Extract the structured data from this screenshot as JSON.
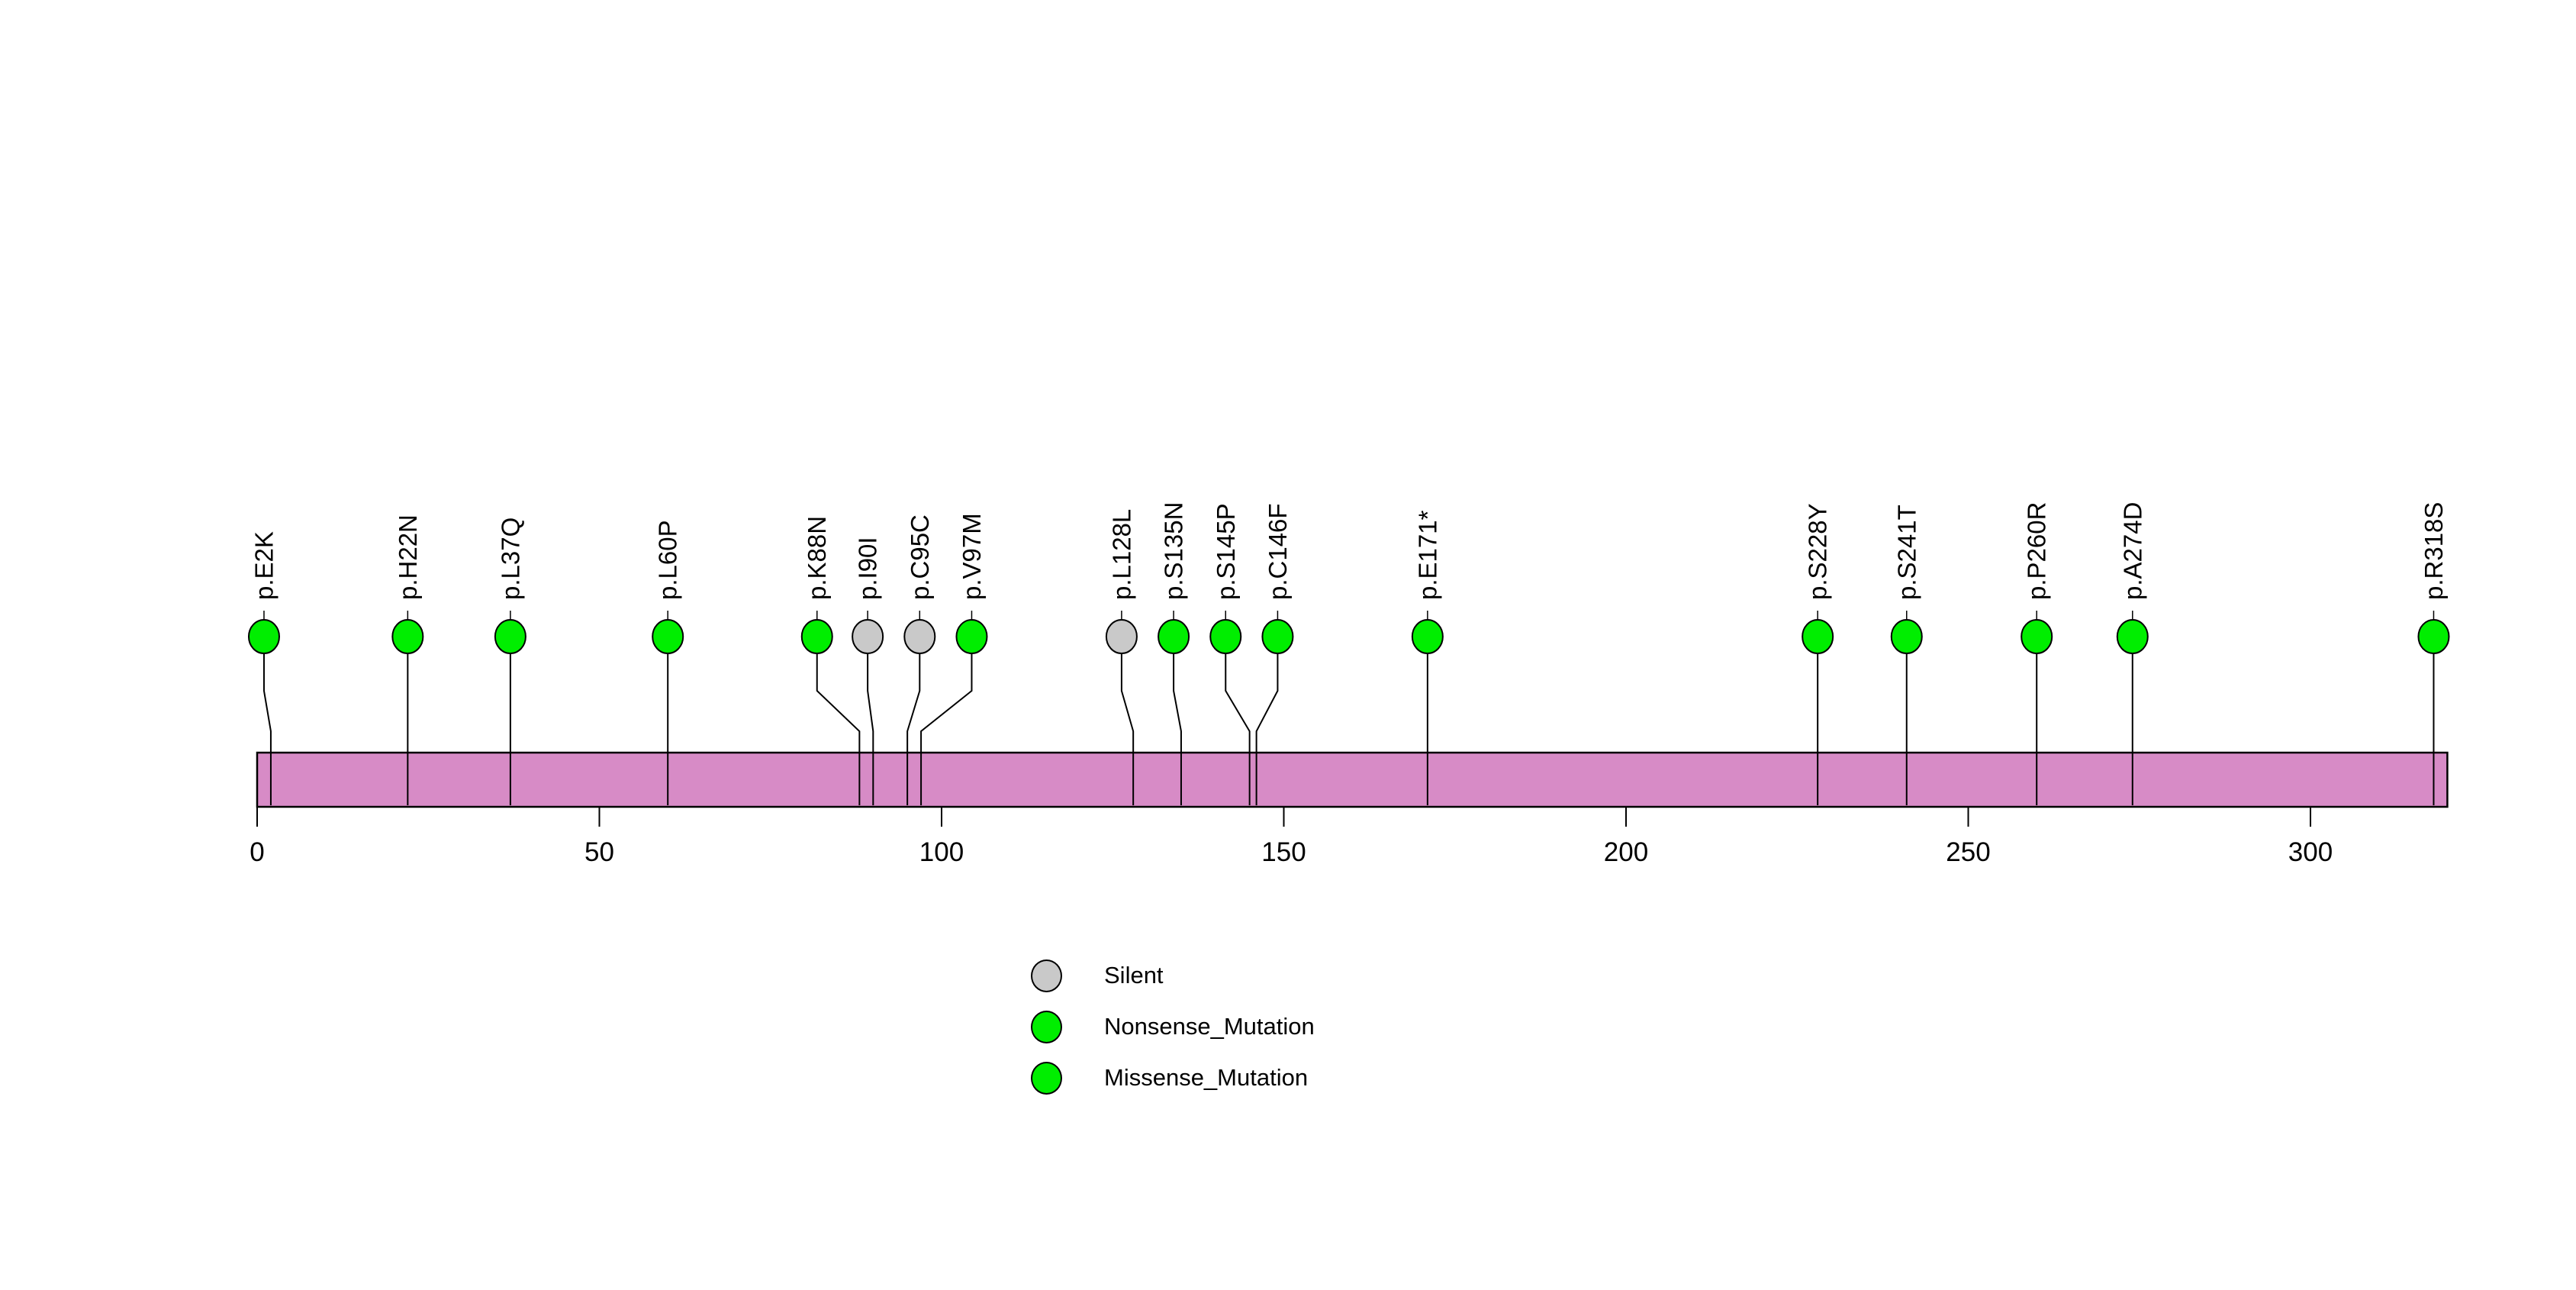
{
  "chart_data": {
    "type": "lollipop",
    "description": "Protein mutation lollipop plot over a protein backbone",
    "protein_length": 320,
    "xlim": [
      0,
      320
    ],
    "x_ticks": [
      0,
      50,
      100,
      150,
      200,
      250,
      300
    ],
    "backbone_color": "#d78bc6",
    "stick_color": "#000000",
    "circle_outline_color": "#000000",
    "class_colors": {
      "Silent": "#c9c9c9",
      "Nonsense_Mutation": "#00ee00",
      "Missense_Mutation": "#00ee00"
    },
    "mutations": [
      {
        "label": "p.E2K",
        "pos": 2,
        "display_pos": 1.0,
        "class": "Missense_Mutation"
      },
      {
        "label": "p.H22N",
        "pos": 22,
        "display_pos": 22,
        "class": "Missense_Mutation"
      },
      {
        "label": "p.L37Q",
        "pos": 37,
        "display_pos": 37,
        "class": "Missense_Mutation"
      },
      {
        "label": "p.L60P",
        "pos": 60,
        "display_pos": 60,
        "class": "Missense_Mutation"
      },
      {
        "label": "p.K88N",
        "pos": 88,
        "display_pos": 81.8,
        "class": "Missense_Mutation"
      },
      {
        "label": "p.I90I",
        "pos": 90,
        "display_pos": 89.2,
        "class": "Silent"
      },
      {
        "label": "p.C95C",
        "pos": 95,
        "display_pos": 96.8,
        "class": "Silent"
      },
      {
        "label": "p.V97M",
        "pos": 97,
        "display_pos": 104.4,
        "class": "Missense_Mutation"
      },
      {
        "label": "p.L128L",
        "pos": 128,
        "display_pos": 126.3,
        "class": "Silent"
      },
      {
        "label": "p.S135N",
        "pos": 135,
        "display_pos": 133.9,
        "class": "Missense_Mutation"
      },
      {
        "label": "p.S145P",
        "pos": 145,
        "display_pos": 141.5,
        "class": "Missense_Mutation"
      },
      {
        "label": "p.C146F",
        "pos": 146,
        "display_pos": 149.1,
        "class": "Missense_Mutation"
      },
      {
        "label": "p.E171*",
        "pos": 171,
        "display_pos": 171,
        "class": "Nonsense_Mutation"
      },
      {
        "label": "p.S228Y",
        "pos": 228,
        "display_pos": 228,
        "class": "Missense_Mutation"
      },
      {
        "label": "p.S241T",
        "pos": 241,
        "display_pos": 241,
        "class": "Missense_Mutation"
      },
      {
        "label": "p.P260R",
        "pos": 260,
        "display_pos": 260,
        "class": "Missense_Mutation"
      },
      {
        "label": "p.A274D",
        "pos": 274,
        "display_pos": 274,
        "class": "Missense_Mutation"
      },
      {
        "label": "p.R318S",
        "pos": 318,
        "display_pos": 318,
        "class": "Missense_Mutation"
      }
    ],
    "legend": [
      {
        "label": "Silent",
        "color": "#c9c9c9"
      },
      {
        "label": "Nonsense_Mutation",
        "color": "#00ee00"
      },
      {
        "label": "Missense_Mutation",
        "color": "#00ee00"
      }
    ],
    "legend_position": "bottom-center",
    "grid": false,
    "title": ""
  }
}
